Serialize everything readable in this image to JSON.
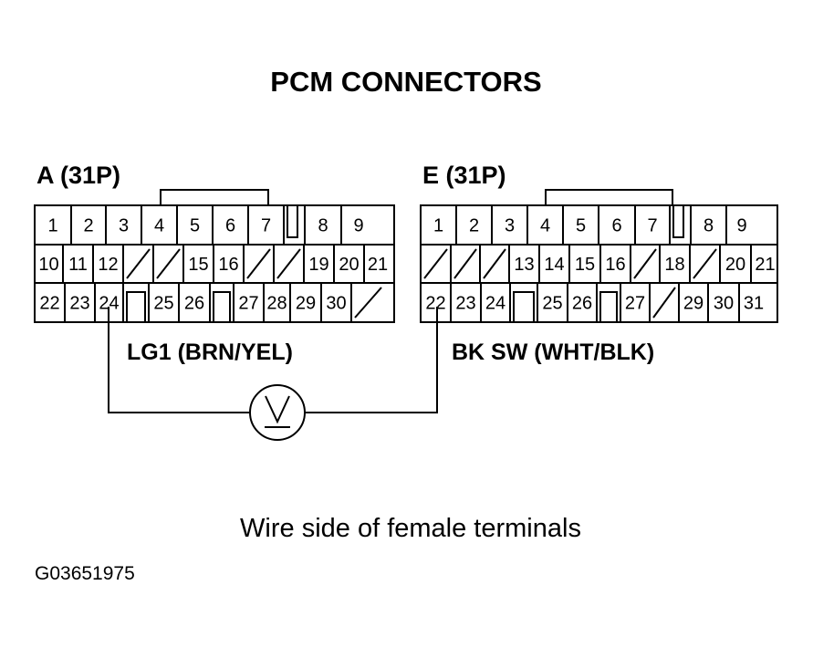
{
  "title": "PCM CONNECTORS",
  "connector_a": {
    "label": "A (31P)",
    "wire_label": "LG1 (BRN/YEL)",
    "rows": [
      [
        "1",
        "2",
        "3",
        "4",
        "5",
        "6",
        "7",
        "",
        "8",
        "9"
      ],
      [
        "10",
        "11",
        "12",
        "",
        "",
        "15",
        "16",
        "",
        "",
        "19",
        "20",
        "21"
      ],
      [
        "22",
        "23",
        "24",
        "",
        "25",
        "26",
        "",
        "27",
        "28",
        "29",
        "30",
        ""
      ]
    ]
  },
  "connector_e": {
    "label": "E (31P)",
    "wire_label": "BK SW (WHT/BLK)",
    "rows": [
      [
        "1",
        "2",
        "3",
        "4",
        "5",
        "6",
        "7",
        "",
        "8",
        "9"
      ],
      [
        "",
        "",
        "",
        "13",
        "14",
        "15",
        "16",
        "",
        "18",
        "",
        "20",
        "21"
      ],
      [
        "22",
        "23",
        "24",
        "",
        "25",
        "26",
        "",
        "27",
        "",
        "29",
        "30",
        "31"
      ]
    ]
  },
  "meter_icon": "voltmeter-icon",
  "caption": "Wire side of female terminals",
  "figure_code": "G03651975"
}
